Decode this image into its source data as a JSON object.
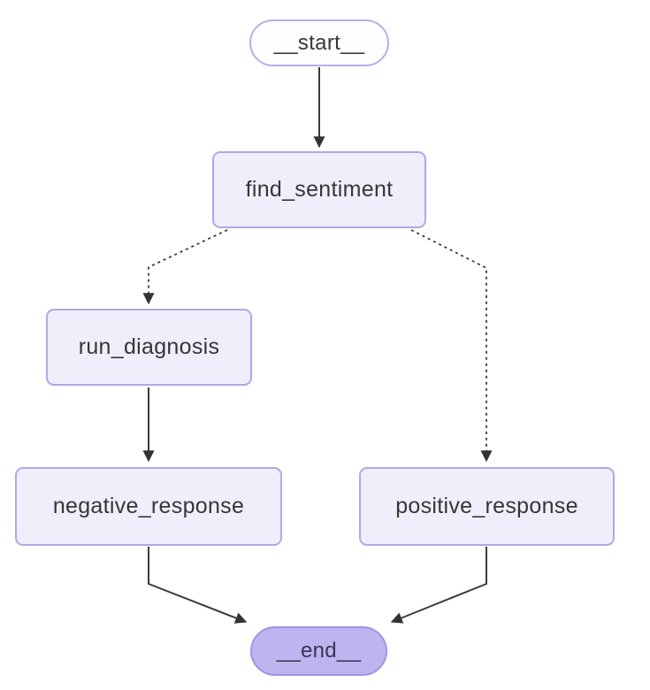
{
  "diagram": {
    "kind": "state-graph-flowchart",
    "nodes": {
      "start": {
        "label": "__start__",
        "shape": "pill"
      },
      "find_sentiment": {
        "label": "find_sentiment",
        "shape": "rect"
      },
      "run_diagnosis": {
        "label": "run_diagnosis",
        "shape": "rect"
      },
      "negative_response": {
        "label": "negative_response",
        "shape": "rect"
      },
      "positive_response": {
        "label": "positive_response",
        "shape": "rect"
      },
      "end": {
        "label": "__end__",
        "shape": "pill"
      }
    },
    "edges": [
      {
        "from": "__start__",
        "to": "find_sentiment",
        "style": "solid"
      },
      {
        "from": "find_sentiment",
        "to": "run_diagnosis",
        "style": "dashed"
      },
      {
        "from": "find_sentiment",
        "to": "positive_response",
        "style": "dashed"
      },
      {
        "from": "run_diagnosis",
        "to": "negative_response",
        "style": "solid"
      },
      {
        "from": "negative_response",
        "to": "__end__",
        "style": "solid"
      },
      {
        "from": "positive_response",
        "to": "__end__",
        "style": "solid"
      }
    ],
    "colors": {
      "background": "#ffffff",
      "node_fill": "#f1eefb",
      "node_border": "#b3a6e8",
      "start_fill": "#fefeff",
      "end_fill": "#bdb4f0",
      "end_border": "#a294e6",
      "edge": "#3b3b3b",
      "text": "#363636"
    }
  }
}
